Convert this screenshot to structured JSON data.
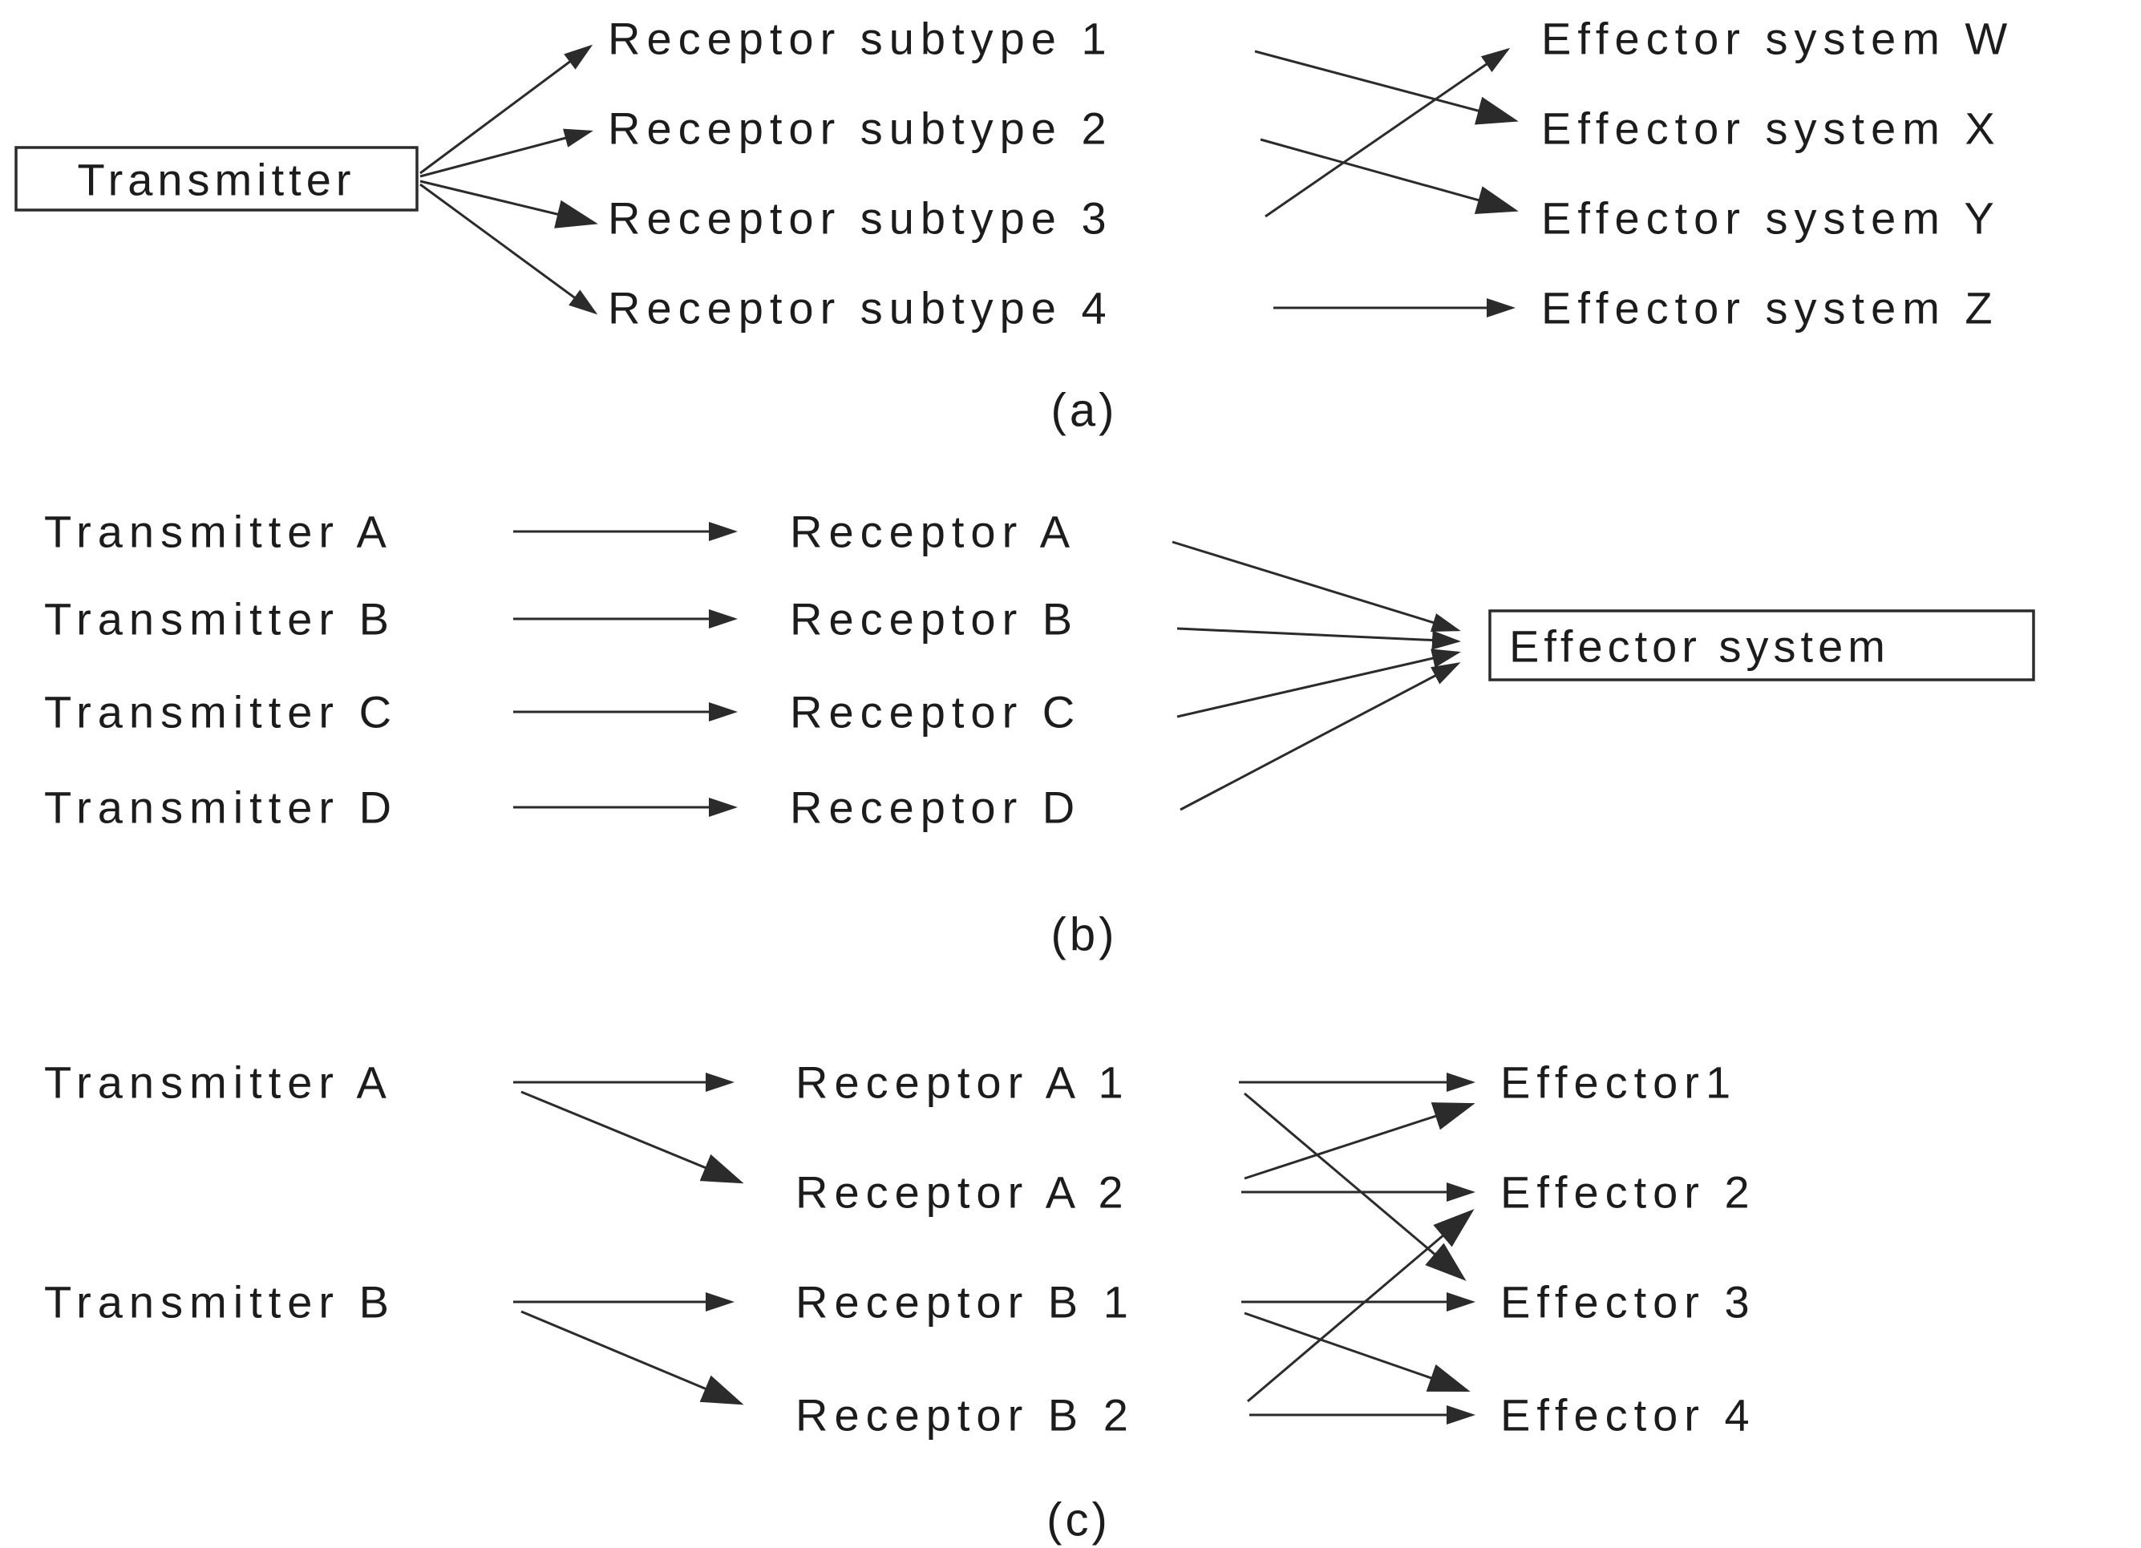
{
  "colors": {
    "background": "#ffffff",
    "ink": "#1c1c1c",
    "line": "#2b2b2b"
  },
  "panel_a": {
    "caption": "(a)",
    "transmitter": "Transmitter",
    "receptors": [
      "Receptor subtype 1",
      "Receptor subtype 2",
      "Receptor subtype 3",
      "Receptor subtype 4"
    ],
    "effectors": [
      "Effector system W",
      "Effector system X",
      "Effector system Y",
      "Effector system Z"
    ],
    "links": [
      {
        "from": "Transmitter",
        "to": "Receptor subtype 1"
      },
      {
        "from": "Transmitter",
        "to": "Receptor subtype 2"
      },
      {
        "from": "Transmitter",
        "to": "Receptor subtype 3"
      },
      {
        "from": "Transmitter",
        "to": "Receptor subtype 4"
      },
      {
        "from": "Receptor subtype 1",
        "to": "Effector system X"
      },
      {
        "from": "Receptor subtype 2",
        "to": "Effector system Y"
      },
      {
        "from": "Receptor subtype 3",
        "to": "Effector system W"
      },
      {
        "from": "Receptor subtype 4",
        "to": "Effector system Z"
      }
    ]
  },
  "panel_b": {
    "caption": "(b)",
    "transmitters": [
      "Transmitter A",
      "Transmitter B",
      "Transmitter C",
      "Transmitter D"
    ],
    "receptors": [
      "Receptor A",
      "Receptor B",
      "Receptor C",
      "Receptor D"
    ],
    "effector_box": "Effector system",
    "links": [
      {
        "from": "Transmitter A",
        "to": "Receptor A"
      },
      {
        "from": "Transmitter B",
        "to": "Receptor B"
      },
      {
        "from": "Transmitter C",
        "to": "Receptor C"
      },
      {
        "from": "Transmitter D",
        "to": "Receptor D"
      },
      {
        "from": "Receptor A",
        "to": "Effector system"
      },
      {
        "from": "Receptor B",
        "to": "Effector system"
      },
      {
        "from": "Receptor C",
        "to": "Effector system"
      },
      {
        "from": "Receptor D",
        "to": "Effector system"
      }
    ]
  },
  "panel_c": {
    "caption": "(c)",
    "transmitters": [
      "Transmitter A",
      "Transmitter B"
    ],
    "receptors": [
      "Receptor A 1",
      "Receptor A 2",
      "Receptor B 1",
      "Receptor B 2"
    ],
    "effectors": [
      "Effector1",
      "Effector 2",
      "Effector 3",
      "Effector 4"
    ],
    "links": [
      {
        "from": "Transmitter A",
        "to": "Receptor A 1"
      },
      {
        "from": "Transmitter A",
        "to": "Receptor A 2"
      },
      {
        "from": "Transmitter B",
        "to": "Receptor B 1"
      },
      {
        "from": "Transmitter B",
        "to": "Receptor B 2"
      },
      {
        "from": "Receptor A 1",
        "to": "Effector1"
      },
      {
        "from": "Receptor A 1",
        "to": "Effector 3"
      },
      {
        "from": "Receptor A 2",
        "to": "Effector1"
      },
      {
        "from": "Receptor A 2",
        "to": "Effector 2"
      },
      {
        "from": "Receptor B 1",
        "to": "Effector 3"
      },
      {
        "from": "Receptor B 1",
        "to": "Effector 4"
      },
      {
        "from": "Receptor B 2",
        "to": "Effector 2"
      },
      {
        "from": "Receptor B 2",
        "to": "Effector 4"
      }
    ]
  }
}
